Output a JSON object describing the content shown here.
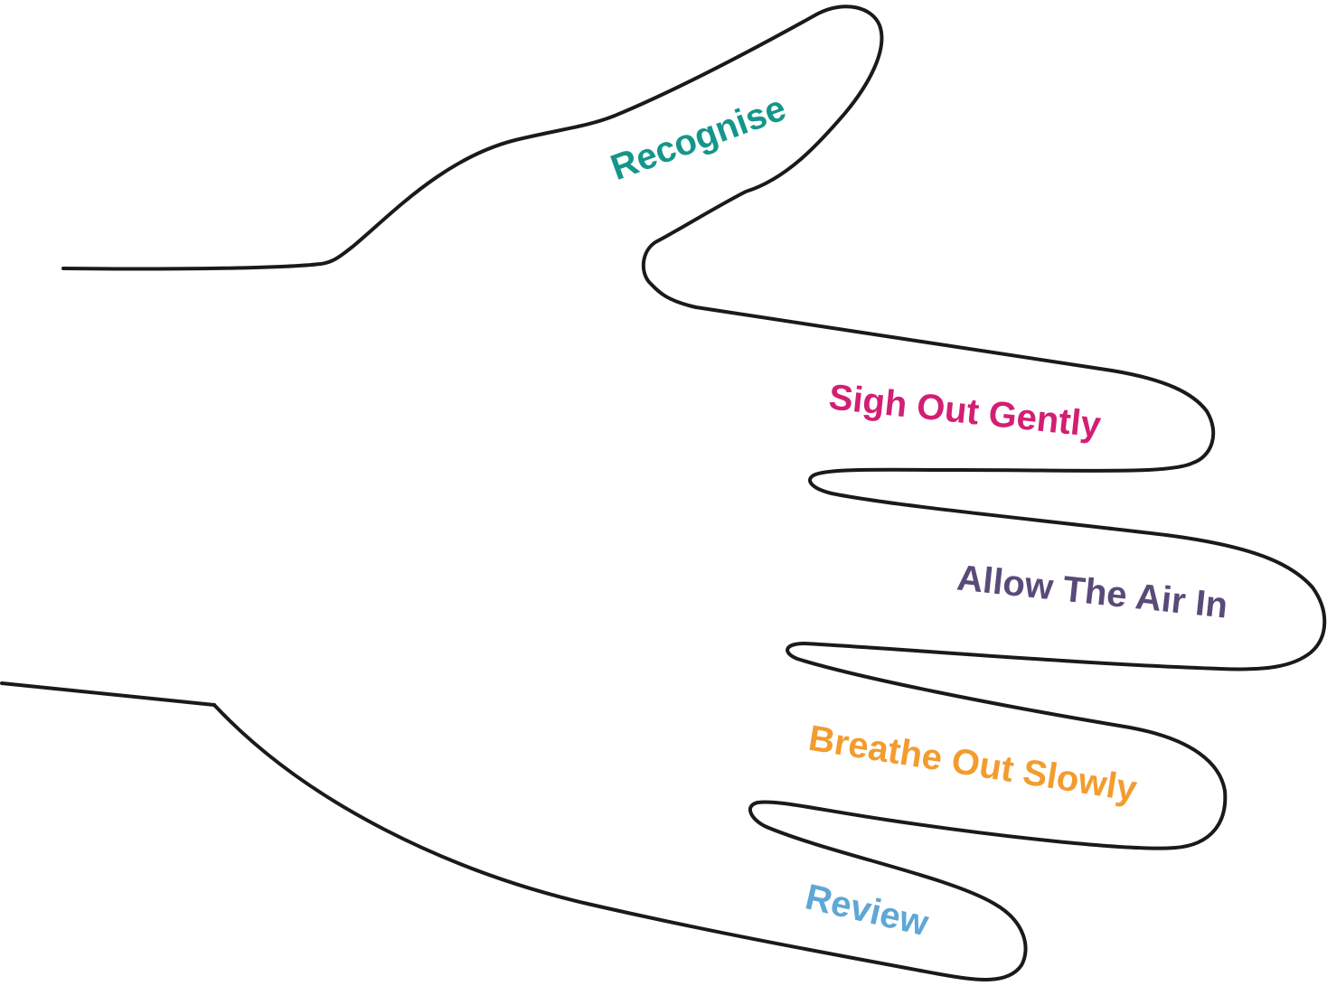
{
  "steps": [
    {
      "label": "Recognise",
      "finger": "thumb",
      "color": "#14968b"
    },
    {
      "label": "Sigh Out Gently",
      "finger": "index",
      "color": "#d21f73"
    },
    {
      "label": "Allow The Air In",
      "finger": "middle",
      "color": "#5a4a7a"
    },
    {
      "label": "Breathe Out Slowly",
      "finger": "ring",
      "color": "#f39c2e"
    },
    {
      "label": "Review",
      "finger": "little",
      "color": "#5ea7d6"
    }
  ],
  "colors": {
    "outline": "#1a1a1a",
    "background": "#ffffff"
  }
}
